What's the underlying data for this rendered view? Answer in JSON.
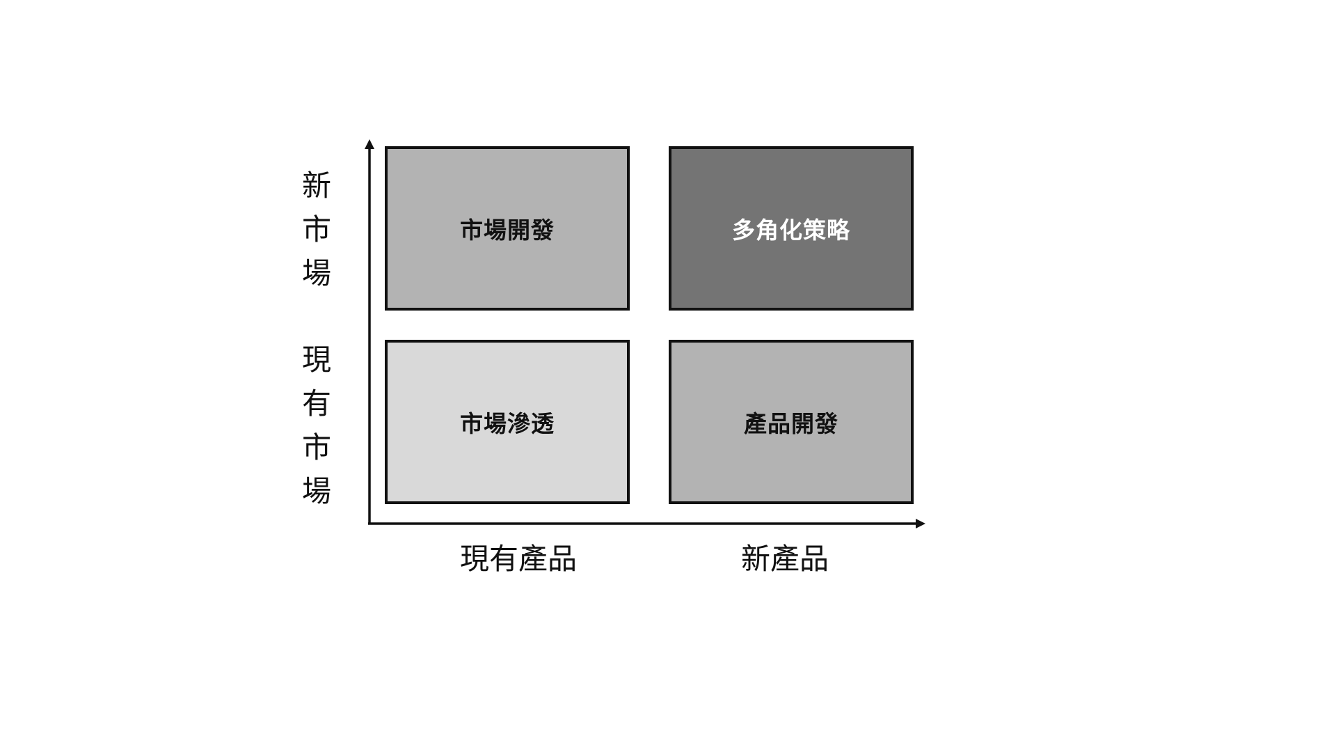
{
  "diagram": {
    "axis_y": {
      "top_label": "新市場",
      "bottom_label": "現有市場"
    },
    "axis_x": {
      "left_label": "現有產品",
      "right_label": "新產品"
    },
    "quadrants": {
      "top_left": {
        "label": "市場開發",
        "fill": "#b3b3b3",
        "text_color": "#111111"
      },
      "top_right": {
        "label": "多角化策略",
        "fill": "#747474",
        "text_color": "#ffffff"
      },
      "bottom_left": {
        "label": "市場滲透",
        "fill": "#d9d9d9",
        "text_color": "#111111"
      },
      "bottom_right": {
        "label": "產品開發",
        "fill": "#b3b3b3",
        "text_color": "#111111"
      }
    },
    "colors": {
      "axis": "#111111",
      "border": "#111111"
    }
  }
}
